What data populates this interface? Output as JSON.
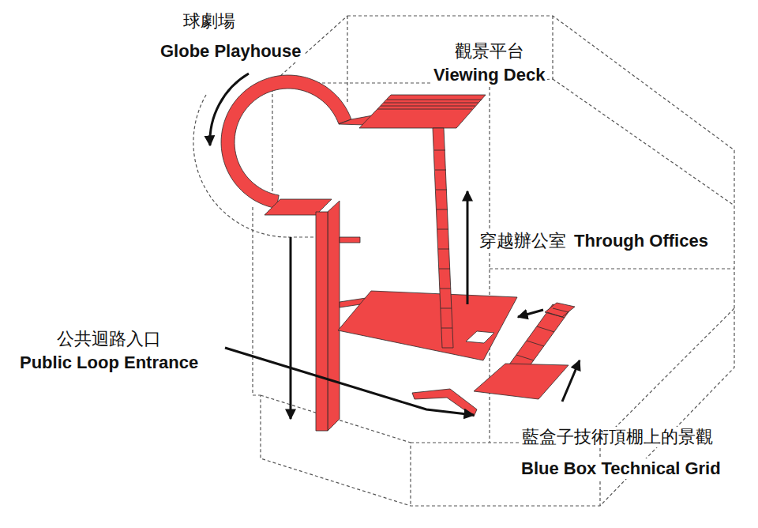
{
  "diagram": {
    "labels": [
      "球劇場",
      "Globe Playhouse",
      "觀景平台",
      "Viewing Deck",
      "穿越辦公室",
      "Through Offices",
      "公共迴路入口",
      "Public Loop Entrance",
      "藍盒子技術頂棚上的景觀",
      "Blue Box Technical Grid"
    ]
  }
}
